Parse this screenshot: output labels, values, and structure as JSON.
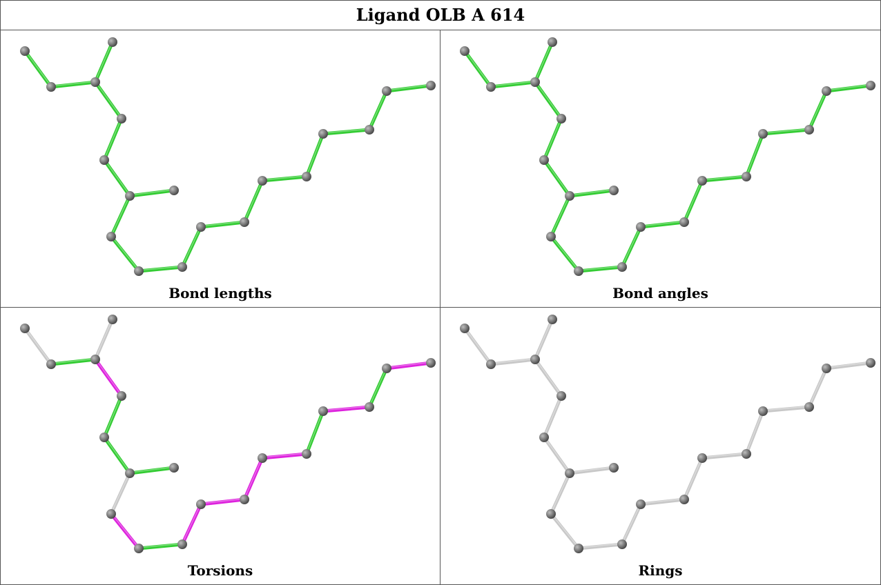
{
  "title": "Ligand OLB A 614",
  "colors": {
    "ok": "#33cc33",
    "outlier": "#dd22dd",
    "neutral": "#c8c8c8",
    "atom": "#7a7a7a"
  },
  "panels": [
    {
      "caption": "Bond lengths",
      "bond_status": [
        "ok",
        "ok",
        "ok",
        "ok",
        "ok",
        "ok",
        "ok",
        "ok",
        "ok",
        "ok",
        "ok",
        "ok",
        "ok",
        "ok",
        "ok",
        "ok",
        "ok",
        "ok",
        "ok",
        "ok"
      ]
    },
    {
      "caption": "Bond angles",
      "bond_status": [
        "ok",
        "ok",
        "ok",
        "ok",
        "ok",
        "ok",
        "ok",
        "ok",
        "ok",
        "ok",
        "ok",
        "ok",
        "ok",
        "ok",
        "ok",
        "ok",
        "ok",
        "ok",
        "ok",
        "ok"
      ]
    },
    {
      "caption": "Torsions",
      "bond_status": [
        "neutral",
        "ok",
        "neutral",
        "outlier",
        "ok",
        "ok",
        "ok",
        "neutral",
        "outlier",
        "ok",
        "outlier",
        "outlier",
        "outlier",
        "outlier",
        "ok",
        "outlier",
        "ok",
        "outlier",
        "outlier",
        "neutral"
      ]
    },
    {
      "caption": "Rings",
      "bond_status": [
        "neutral",
        "neutral",
        "neutral",
        "neutral",
        "neutral",
        "neutral",
        "neutral",
        "neutral",
        "neutral",
        "neutral",
        "neutral",
        "neutral",
        "neutral",
        "neutral",
        "neutral",
        "neutral",
        "neutral",
        "neutral",
        "neutral",
        "neutral"
      ]
    }
  ]
}
